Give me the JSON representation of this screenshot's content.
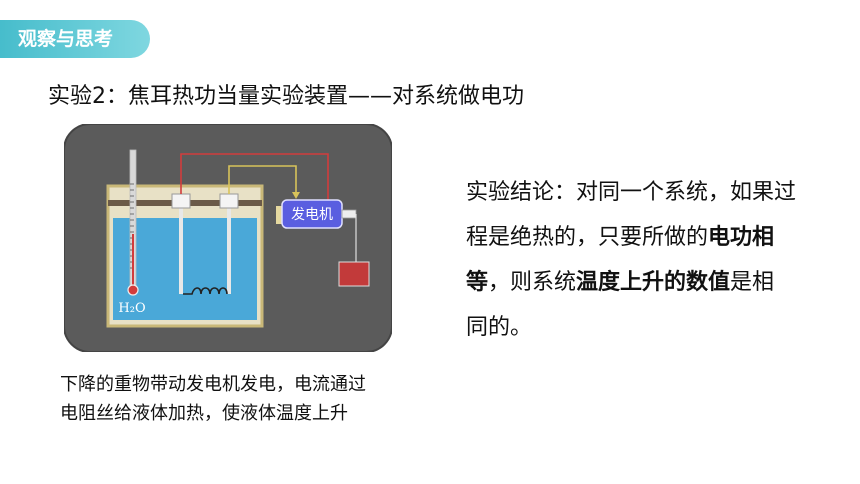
{
  "section_tag": "观察与思考",
  "experiment_title": "实验2：焦耳热功当量实验装置——对系统做电功",
  "device": {
    "generator_label": "发电机",
    "water_label": "H₂O"
  },
  "caption": {
    "line1": "下降的重物带动发电机发电，电流通过",
    "line2": "电阻丝给液体加热，使液体温度上升"
  },
  "conclusion": {
    "part1": "实验结论：对同一个系统，如果过程是绝热的，只要所做的",
    "bold1": "电功相等",
    "part2": "，则系统",
    "bold2": "温度上升的数值",
    "part3": "是相同的。"
  },
  "colors": {
    "tag": "#4cc0cd",
    "panel": "#5b5b5b",
    "water": "#4aa8d8",
    "generator": "#5a5ee0",
    "weight": "#c23a3a",
    "wire_red": "#d23c3c",
    "wire_yellow": "#d8c35a"
  }
}
